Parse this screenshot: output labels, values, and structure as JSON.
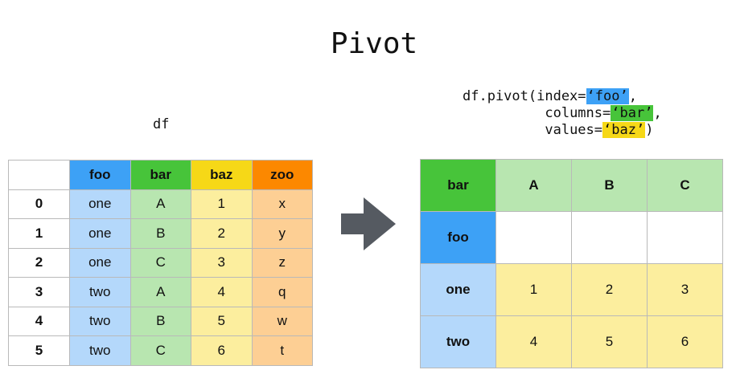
{
  "title": "Pivot",
  "left_label": "df",
  "code": {
    "line1_prefix": "df.pivot(index=",
    "index_arg": "‘foo’",
    "line1_suffix": ",",
    "line2_prefix": "columns=",
    "columns_arg": "‘bar’",
    "line2_suffix": ",",
    "line3_prefix": "values=",
    "values_arg": "‘baz’",
    "line3_suffix": ")"
  },
  "colors": {
    "foo_header": "#3da1f6",
    "foo_cell": "#b4d8fb",
    "bar_header": "#47c43a",
    "bar_cell": "#b8e6b0",
    "baz_header": "#f6d817",
    "baz_cell": "#fcee9e",
    "zoo_header": "#fc8800",
    "zoo_cell": "#fdcf94",
    "arrow": "#555a61"
  },
  "source_table": {
    "headers": [
      "",
      "foo",
      "bar",
      "baz",
      "zoo"
    ],
    "rows": [
      {
        "index": "0",
        "foo": "one",
        "bar": "A",
        "baz": "1",
        "zoo": "x"
      },
      {
        "index": "1",
        "foo": "one",
        "bar": "B",
        "baz": "2",
        "zoo": "y"
      },
      {
        "index": "2",
        "foo": "one",
        "bar": "C",
        "baz": "3",
        "zoo": "z"
      },
      {
        "index": "3",
        "foo": "two",
        "bar": "A",
        "baz": "4",
        "zoo": "q"
      },
      {
        "index": "4",
        "foo": "two",
        "bar": "B",
        "baz": "5",
        "zoo": "w"
      },
      {
        "index": "5",
        "foo": "two",
        "bar": "C",
        "baz": "6",
        "zoo": "t"
      }
    ]
  },
  "result_table": {
    "columns_name": "bar",
    "columns": [
      "A",
      "B",
      "C"
    ],
    "index_name": "foo",
    "rows": [
      {
        "index": "one",
        "values": [
          "1",
          "2",
          "3"
        ]
      },
      {
        "index": "two",
        "values": [
          "4",
          "5",
          "6"
        ]
      }
    ]
  }
}
